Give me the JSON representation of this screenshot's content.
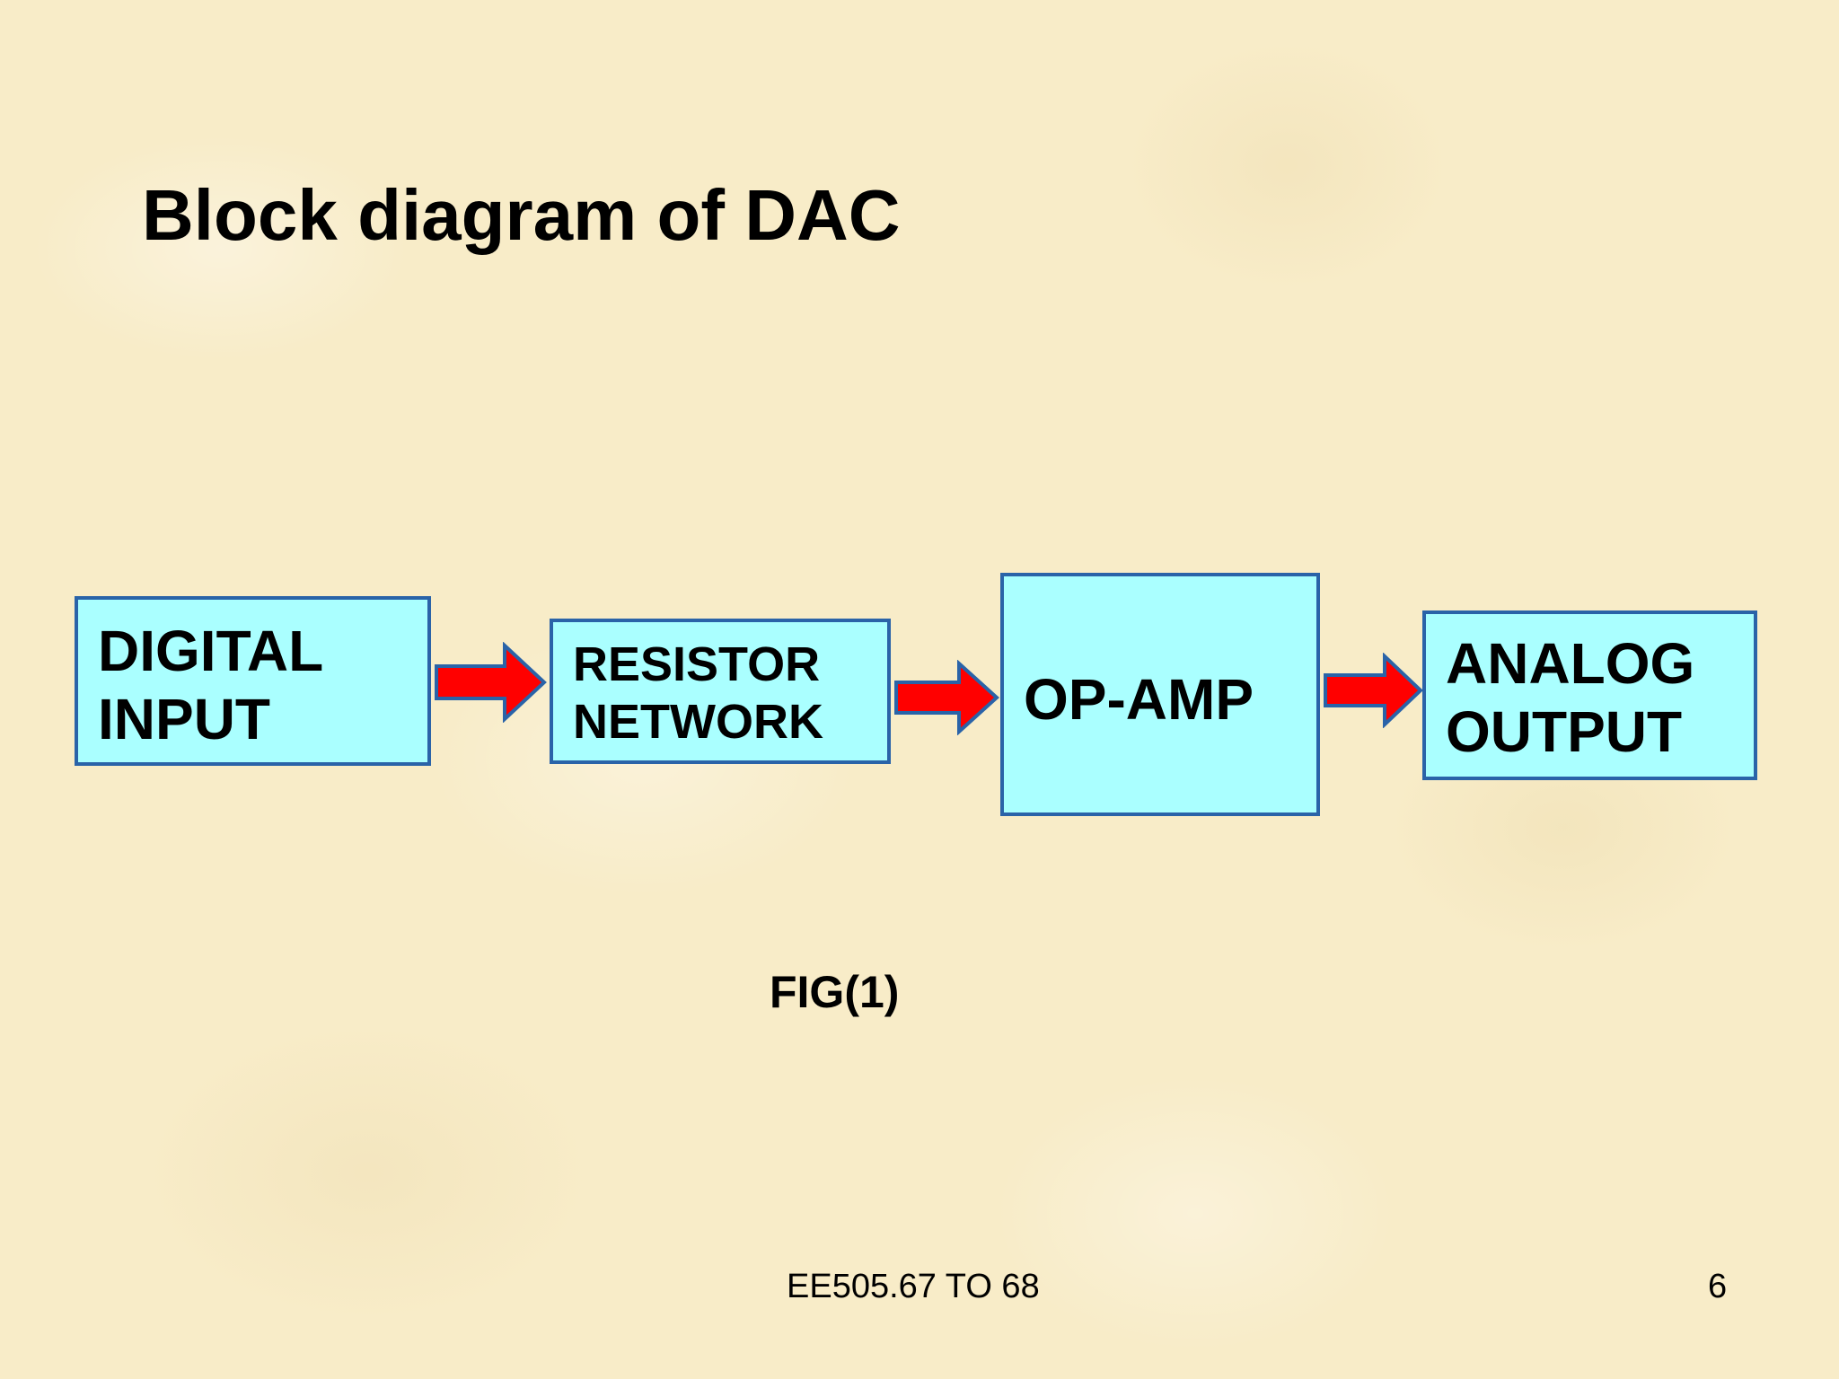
{
  "slide": {
    "title": "Block diagram of DAC",
    "figure_caption": "FIG(1)",
    "footer": "EE505.67 TO 68",
    "page_number": "6"
  },
  "diagram": {
    "blocks": [
      {
        "id": "digital-input",
        "lines": [
          "DIGITAL",
          "INPUT"
        ]
      },
      {
        "id": "resistor-network",
        "lines": [
          "RESISTOR",
          "NETWORK"
        ]
      },
      {
        "id": "op-amp",
        "lines": [
          "OP-AMP"
        ]
      },
      {
        "id": "analog-output",
        "lines": [
          "ANALOG",
          "OUTPUT"
        ]
      }
    ],
    "connections": [
      {
        "from": "digital-input",
        "to": "resistor-network"
      },
      {
        "from": "resistor-network",
        "to": "op-amp"
      },
      {
        "from": "op-amp",
        "to": "analog-output"
      }
    ],
    "colors": {
      "block_fill": "#aaffff",
      "block_border": "#2a63a8",
      "arrow_fill": "#ff0000",
      "arrow_outline": "#2a63a8",
      "background": "#f8ecc8"
    }
  }
}
